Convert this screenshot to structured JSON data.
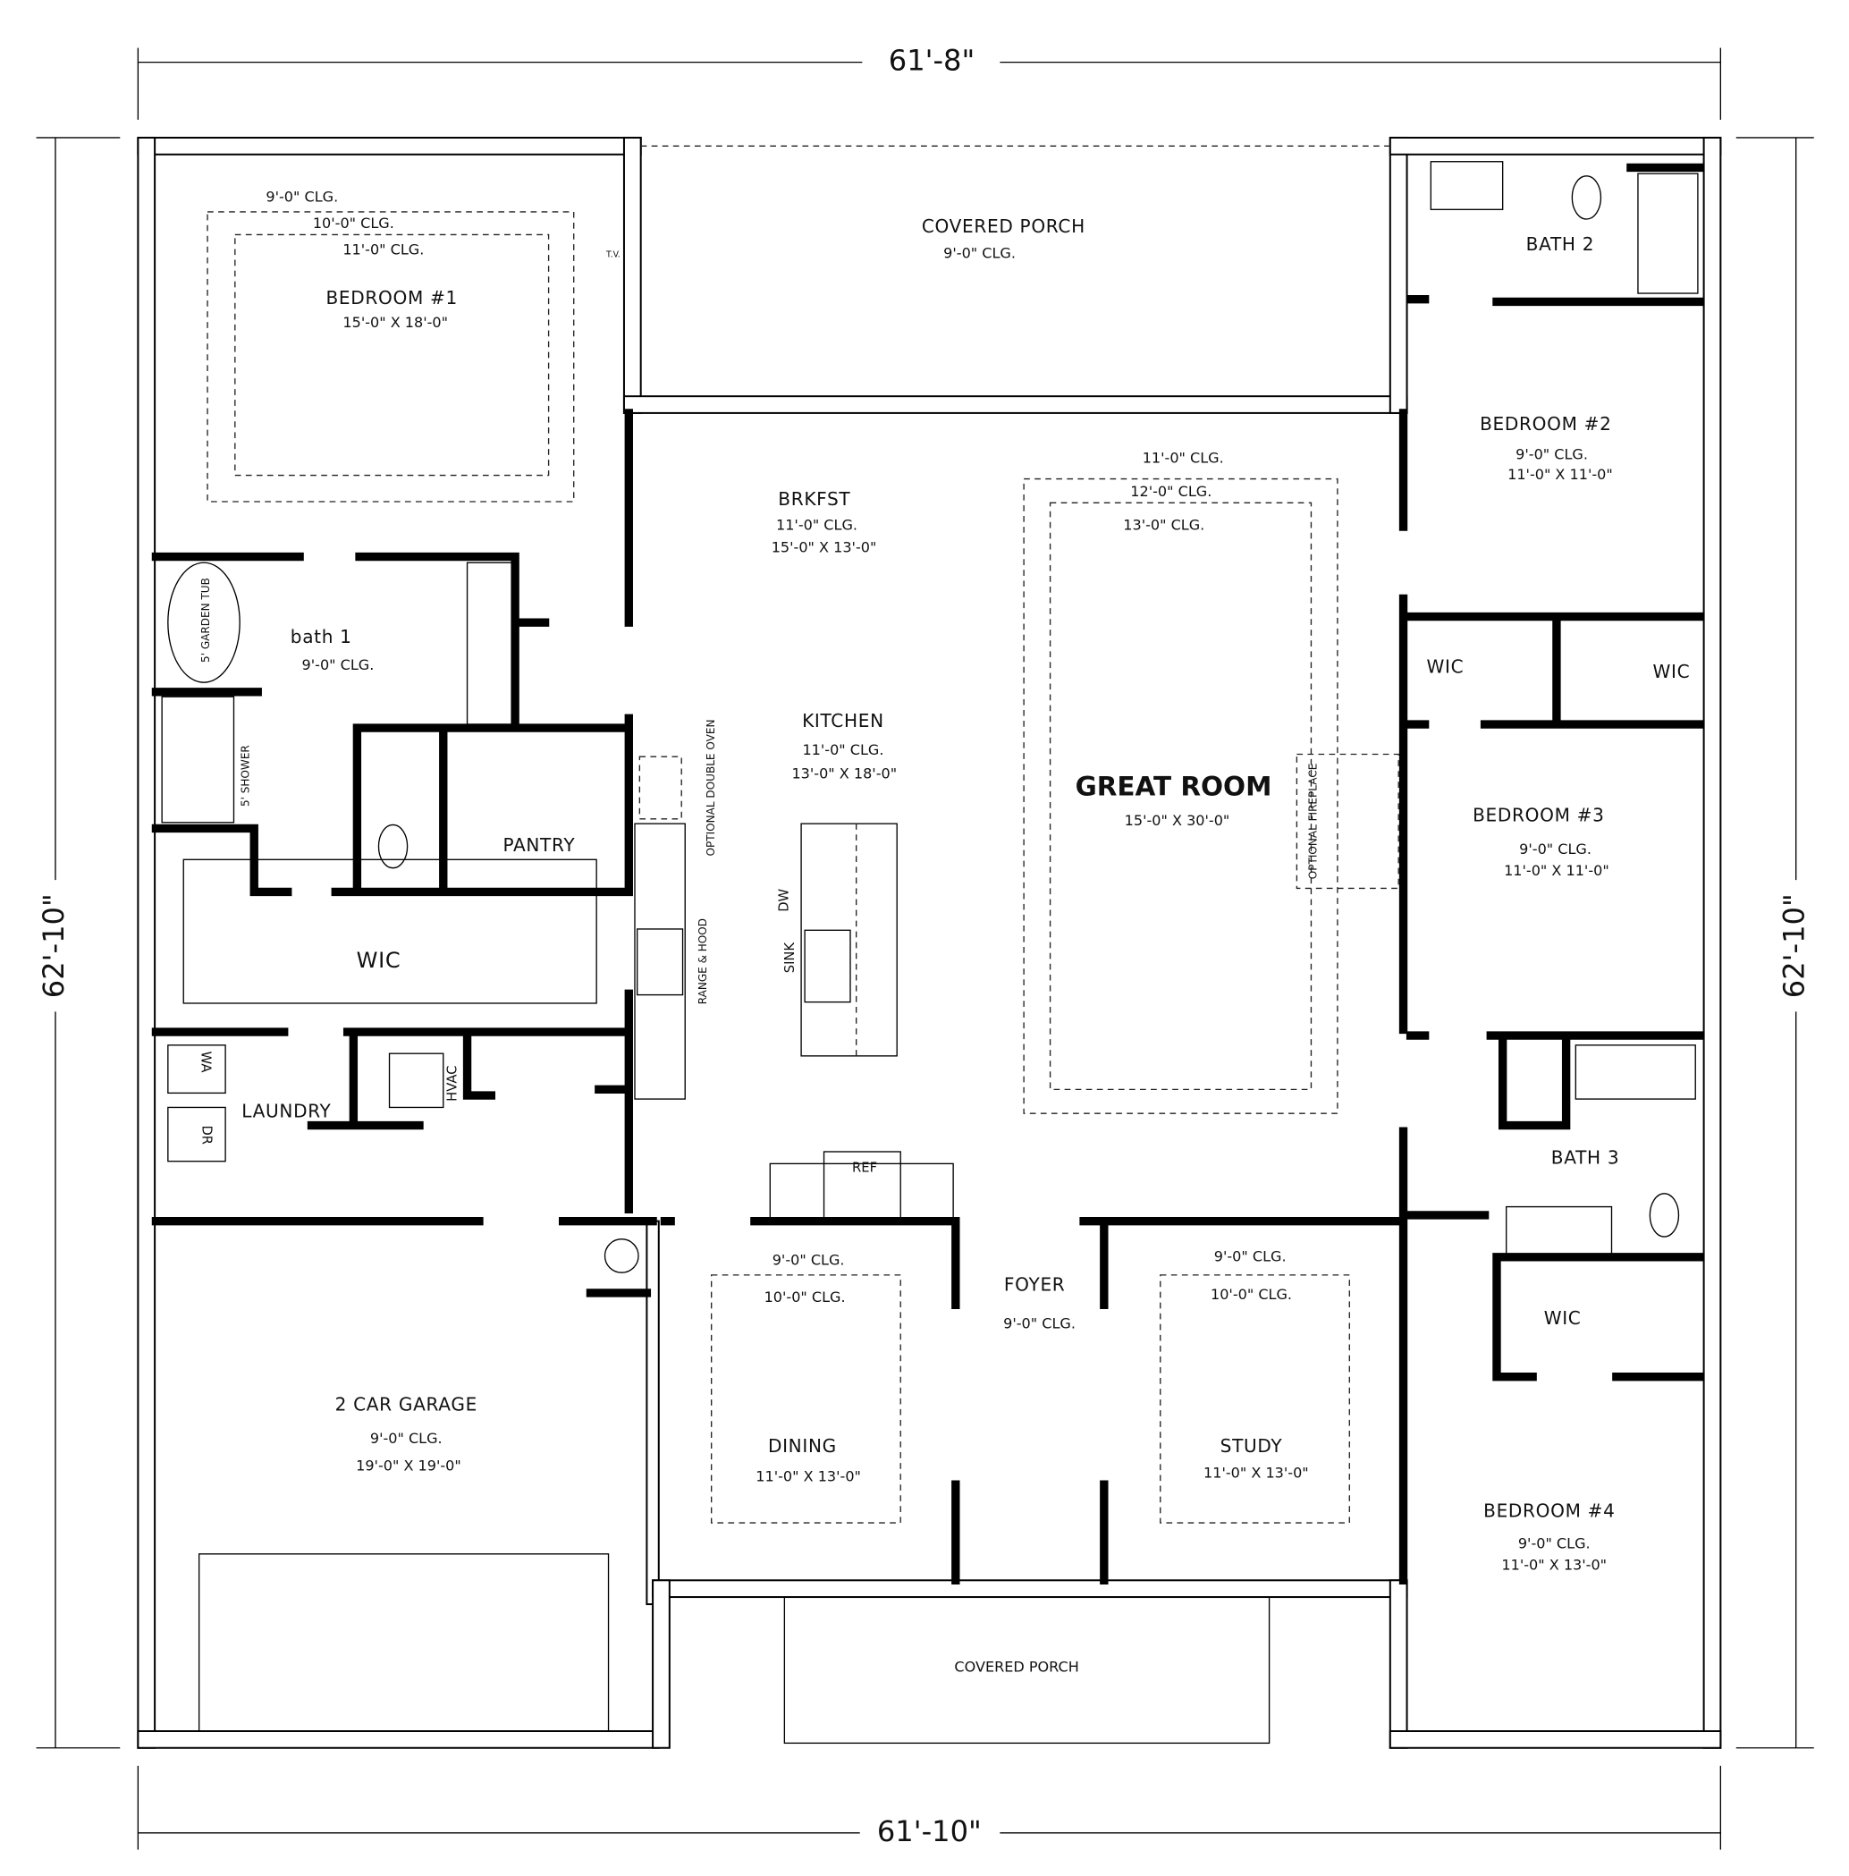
{
  "dimensions": {
    "top": "61'-8\"",
    "bottom": "61'-10\"",
    "left": "62'-10\"",
    "right": "62'-10\""
  },
  "rooms": {
    "covered_porch_rear": {
      "name": "COVERED PORCH",
      "clg": "9'-0\" CLG."
    },
    "bedroom1": {
      "clg1": "9'-0\" CLG.",
      "clg2": "10'-0\" CLG.",
      "clg3": "11'-0\" CLG.",
      "name": "BEDROOM #1",
      "size": "15'-0\" X 18'-0\""
    },
    "bath2": {
      "name": "BATH 2"
    },
    "bedroom2": {
      "name": "BEDROOM #2",
      "clg": "9'-0\" CLG.",
      "size": "11'-0\" X 11'-0\""
    },
    "brkfst": {
      "name": "BRKFST",
      "clg": "11'-0\" CLG.",
      "size": "15'-0\" X 13'-0\""
    },
    "great_room": {
      "clg1": "11'-0\" CLG.",
      "clg2": "12'-0\" CLG.",
      "clg3": "13'-0\" CLG.",
      "name": "GREAT ROOM",
      "size": "15'-0\" X 30'-0\""
    },
    "bath1": {
      "name": "bath 1",
      "clg": "9'-0\" CLG."
    },
    "wic_bed2": {
      "name": "WIC"
    },
    "wic_bed3": {
      "name": "WIC"
    },
    "kitchen": {
      "name": "KITCHEN",
      "clg": "11'-0\" CLG.",
      "size": "13'-0\" X 18'-0\""
    },
    "pantry": {
      "name": "PANTRY"
    },
    "bedroom3": {
      "name": "BEDROOM #3",
      "clg": "9'-0\" CLG.",
      "size": "11'-0\" X 11'-0\""
    },
    "wic_master": {
      "name": "WIC"
    },
    "laundry": {
      "name": "LAUNDRY"
    },
    "bath3": {
      "name": "BATH 3"
    },
    "dining": {
      "clg1": "9'-0\" CLG.",
      "clg2": "10'-0\" CLG.",
      "name": "DINING",
      "size": "11'-0\" X 13'-0\""
    },
    "foyer": {
      "name": "FOYER",
      "clg": "9'-0\" CLG."
    },
    "study": {
      "clg1": "9'-0\" CLG.",
      "clg2": "10'-0\" CLG.",
      "name": "STUDY",
      "size": "11'-0\" X 13'-0\""
    },
    "wic_bed4": {
      "name": "WIC"
    },
    "garage": {
      "name": "2 CAR GARAGE",
      "clg": "9'-0\" CLG.",
      "size": "19'-0\" X 19'-0\""
    },
    "bedroom4": {
      "name": "BEDROOM #4",
      "clg": "9'-0\" CLG.",
      "size": "11'-0\" X 13'-0\""
    },
    "covered_porch_front": {
      "name": "COVERED PORCH"
    }
  },
  "fixtures": {
    "tv": "T.V.",
    "garden_tub": "5' GARDEN TUB",
    "shower": "5' SHOWER",
    "washer": "WA",
    "dryer": "DR",
    "hvac": "HVAC",
    "ref": "REF",
    "dw": "DW",
    "sink": "SINK",
    "range": "RANGE & HOOD",
    "oven": "OPTIONAL DOUBLE OVEN",
    "fireplace": "OPTIONAL FIREPLACE"
  }
}
